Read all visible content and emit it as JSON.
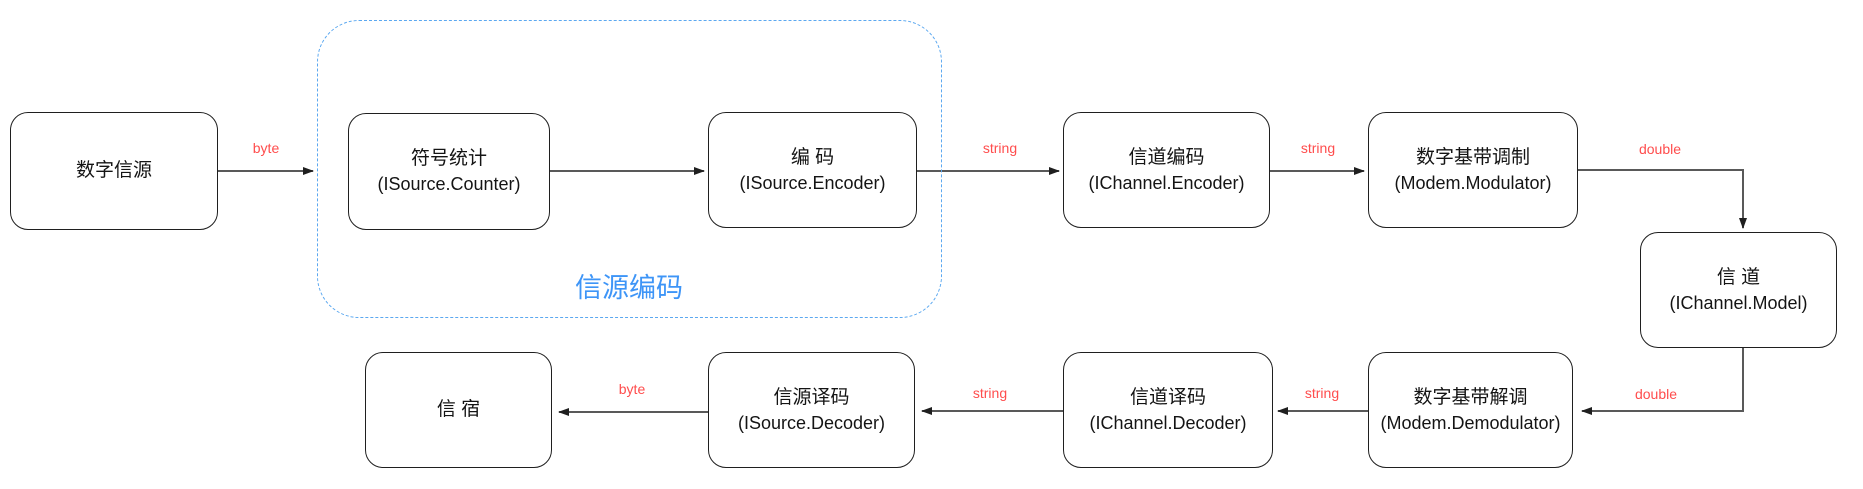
{
  "diagram": {
    "group": {
      "label": "信源编码"
    },
    "nodes": [
      {
        "id": "digital-source",
        "title": "数字信源",
        "subtitle": ""
      },
      {
        "id": "symbol-counter",
        "title": "符号统计",
        "subtitle": "(ISource.Counter)"
      },
      {
        "id": "source-encoder",
        "title": "编 码",
        "subtitle": "(ISource.Encoder)"
      },
      {
        "id": "channel-encoder",
        "title": "信道编码",
        "subtitle": "(IChannel.Encoder)"
      },
      {
        "id": "modulator",
        "title": "数字基带调制",
        "subtitle": "(Modem.Modulator)"
      },
      {
        "id": "channel-model",
        "title": "信 道",
        "subtitle": "(IChannel.Model)"
      },
      {
        "id": "demodulator",
        "title": "数字基带解调",
        "subtitle": "(Modem.Demodulator)"
      },
      {
        "id": "channel-decoder",
        "title": "信道译码",
        "subtitle": "(IChannel.Decoder)"
      },
      {
        "id": "source-decoder",
        "title": "信源译码",
        "subtitle": "(ISource.Decoder)"
      },
      {
        "id": "sink",
        "title": "信 宿",
        "subtitle": ""
      }
    ],
    "edge_labels": [
      {
        "text": "byte"
      },
      {
        "text": "string"
      },
      {
        "text": "string"
      },
      {
        "text": "double"
      },
      {
        "text": "double"
      },
      {
        "text": "string"
      },
      {
        "text": "string"
      },
      {
        "text": "byte"
      }
    ],
    "colors": {
      "edge_label_red": "#ff4d4d",
      "group_label_blue": "#3e95f7",
      "group_border_blue": "#5ba8f0",
      "connector_gray": "#595959",
      "node_border": "#1f1f1f",
      "background": "#ffffff"
    }
  }
}
